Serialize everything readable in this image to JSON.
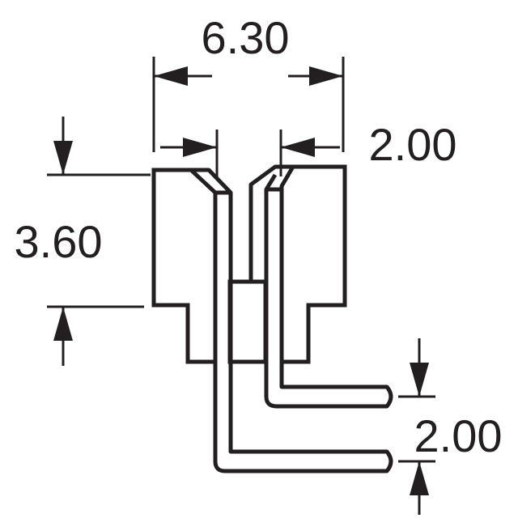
{
  "dimensions": {
    "overall_width": "6.30",
    "pitch_top": "2.00",
    "height": "3.60",
    "pitch_bottom": "2.00"
  },
  "colors": {
    "line": "#231f20",
    "background": "#ffffff"
  }
}
